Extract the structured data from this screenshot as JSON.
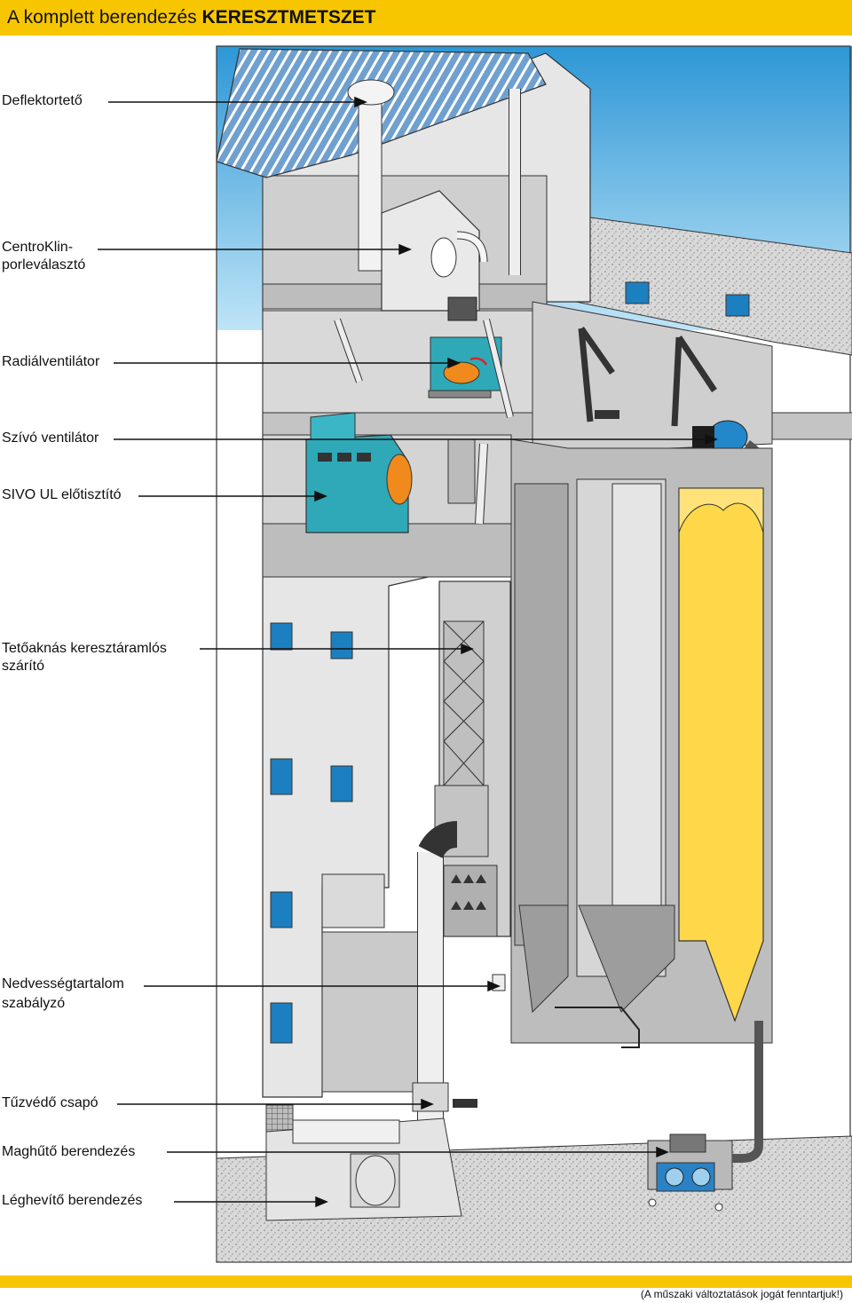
{
  "header": {
    "title_prefix": "A komplett berendezés",
    "title_bold": "KERESZTMETSZET"
  },
  "labels": {
    "deflektorteto": "Deflektortető",
    "centroklin_1": "CentroKlin-",
    "centroklin_2": "porleválasztó",
    "radialventilator": "Radiálventilátor",
    "szivo_ventilator": "Szívó ventilátor",
    "sivo_ul": "SIVO UL előtisztító",
    "tetoaknas_1": "Tetőaknás keresztáramlós",
    "tetoaknas_2": "szárító",
    "nedvesseg_1": "Nedvességtartalom",
    "nedvesseg_2": "szabályzó",
    "tuzvedo": "Tűzvédő csapó",
    "maghuto": "Maghűtő berendezés",
    "leghevito": "Léghevítő berendezés"
  },
  "footer": {
    "note": "(A műszaki változtatások jogát fenntartjuk!)"
  },
  "colors": {
    "brand_yellow": "#f7c600",
    "sky_blue": "#3aa6e0",
    "wall_gray": "#c8c8c8",
    "dark_gray": "#9a9a9a",
    "grain_yellow": "#ffd84a",
    "machine_teal": "#2fa9b8",
    "accent_orange": "#f08a1c",
    "window_blue": "#1c7fc0"
  }
}
